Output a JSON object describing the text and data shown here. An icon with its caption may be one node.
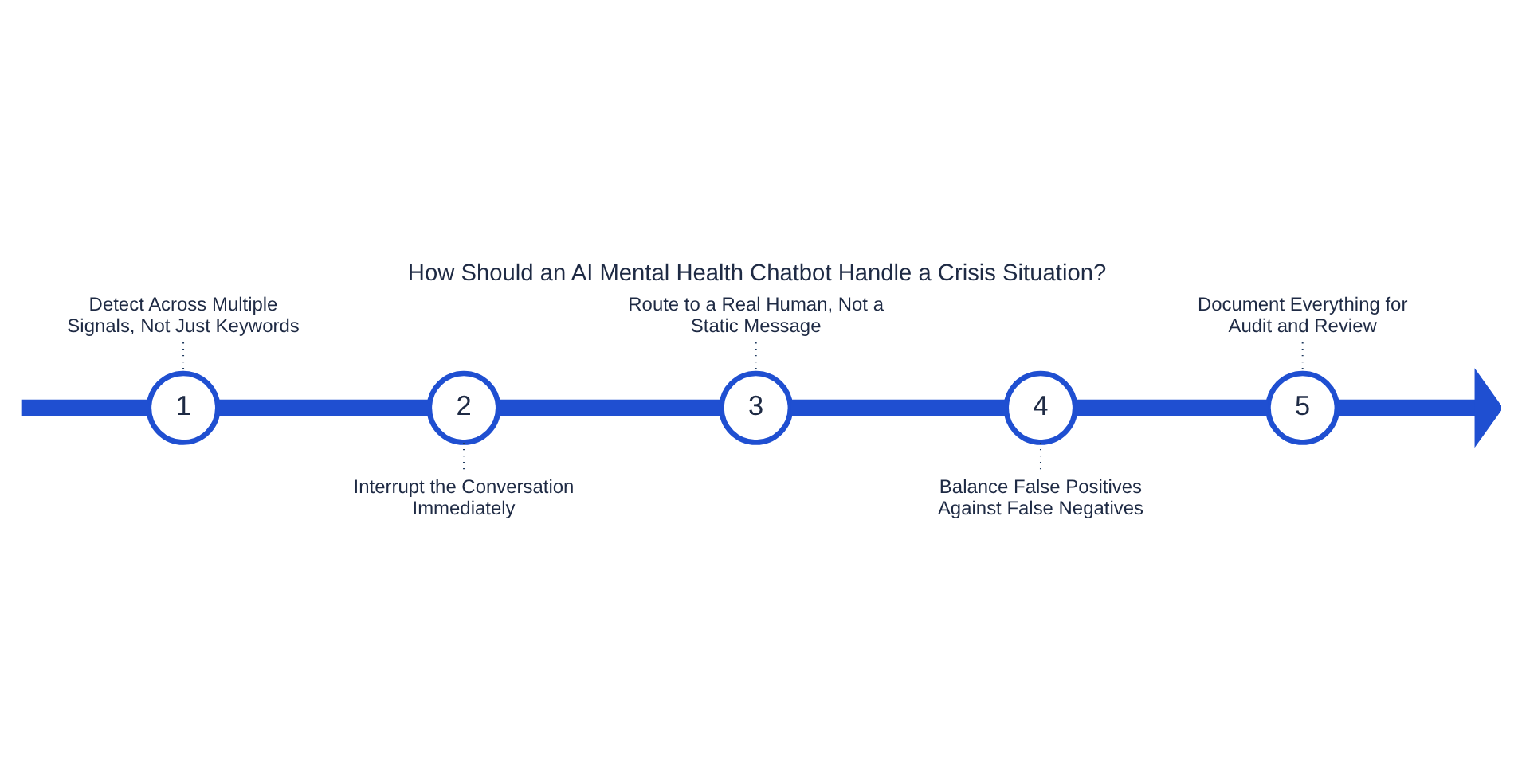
{
  "diagram": {
    "title": "How Should an AI Mental Health Chatbot Handle a Crisis Situation?",
    "nodes": [
      {
        "text": [
          "1"
        ]
      },
      {
        "text": [
          "2"
        ]
      },
      {
        "text": [
          "3"
        ]
      },
      {
        "text": [
          "4"
        ]
      },
      {
        "text": [
          "5"
        ]
      },
      {
        "text": [
          "Detect Across Multiple Signals, Not Just Keywords"
        ]
      },
      {
        "text": [
          "Interrupt the Conversation Immediately"
        ]
      },
      {
        "text": [
          "Route to a Real Human, Not a Static Message"
        ]
      },
      {
        "text": [
          "Balance False Positives Against False Negatives"
        ]
      },
      {
        "text": [
          "Document Everything for Audit and Review"
        ]
      }
    ],
    "edges": [
      {
        "from": null,
        "to": 0,
        "arrow": "none"
      },
      {
        "from": 0,
        "to": 1,
        "arrow": "none"
      },
      {
        "from": 1,
        "to": 2,
        "arrow": "none"
      },
      {
        "from": 2,
        "to": 3,
        "arrow": "none"
      },
      {
        "from": 3,
        "to": 4,
        "arrow": "none"
      },
      {
        "from": 4,
        "to": null,
        "arrow": "to"
      },
      {
        "from": 5,
        "to": 0,
        "arrow": "none",
        "style": "dashed",
        "color": "#1e3a5f"
      },
      {
        "from": 1,
        "to": 6,
        "arrow": "none",
        "style": "dashed",
        "color": "#1e3a5f"
      },
      {
        "from": 7,
        "to": 2,
        "arrow": "none",
        "style": "dashed",
        "color": "#1e3a5f"
      },
      {
        "from": 3,
        "to": 8,
        "arrow": "none",
        "style": "dashed",
        "color": "#1e3a5f"
      },
      {
        "from": 9,
        "to": 4,
        "arrow": "none",
        "style": "dashed",
        "color": "#1e3a5f"
      }
    ]
  }
}
